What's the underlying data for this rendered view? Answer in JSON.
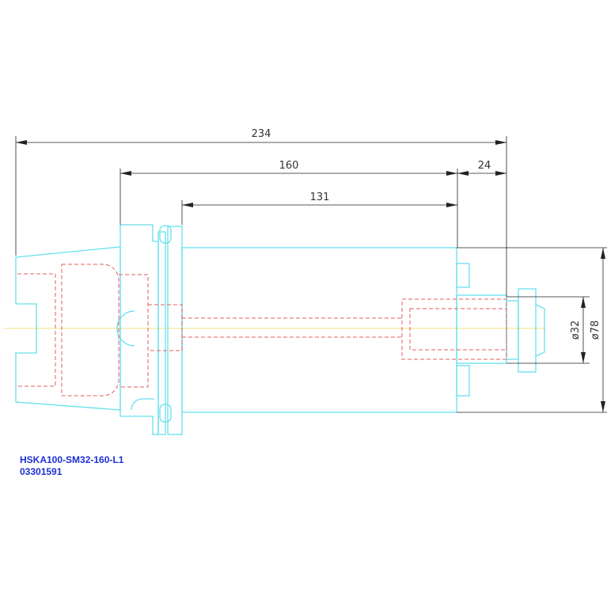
{
  "dimensions": {
    "overall_length": "234",
    "gauge_length": "160",
    "body_length": "131",
    "clamp_length": "24",
    "shank_diameter": "ø32",
    "body_diameter": "ø78"
  },
  "part": {
    "name": "HSKA100-SM32-160-L1",
    "number": "03301591"
  },
  "colors": {
    "outline": "#66e0ee",
    "hidden": "#e65c5c",
    "centerline": "#f2e28a",
    "label": "#1d2fd6"
  }
}
